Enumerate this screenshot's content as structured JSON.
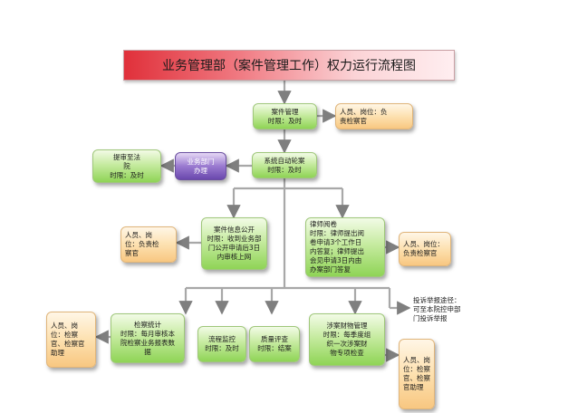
{
  "title": "业务管理部（案件管理工作）权力运行流程图",
  "nodes": {
    "case_mgmt": "案件管理\n时限：及时",
    "case_mgmt_resp": "人员、岗位：负\n责检察官",
    "auto_assign": "系统自动轮案\n时限：及时",
    "business_dept": "业务部门\n办理",
    "court": "提审至法\n院\n时限：及时",
    "info_disclosure": "案件信息公开\n时限：收到业务部\n门公开申请后3日\n内审核上网",
    "info_disclosure_resp": "人员、岗\n位：负责检\n察官",
    "lawyer_review": "律师阅卷\n时限：律师提出阅\n卷申请3个工作日\n内答复；律师提出\n会见申请3日内由\n办案部门答复",
    "lawyer_review_resp": "人员、岗位：\n负责检察官",
    "complaint": "投诉举报途径：\n可至本院控申部\n门投诉举报",
    "stats": "检察统计\n时限：每月审核本\n院检察业务报表数\n据",
    "stats_resp": "人员、岗\n位：检察\n官、检察官\n助理",
    "process_monitor": "流程监控\n时限：及时",
    "quality_eval": "质量评查\n时限：结案",
    "property": "涉案财物管理\n时限：每季度组\n织一次涉案财\n物专项检查",
    "property_resp": "人员、岗\n位：检察\n官、检察\n官助理"
  },
  "colors": {
    "connector": "#9a9a9a",
    "arrow": "#7a9a4a"
  }
}
